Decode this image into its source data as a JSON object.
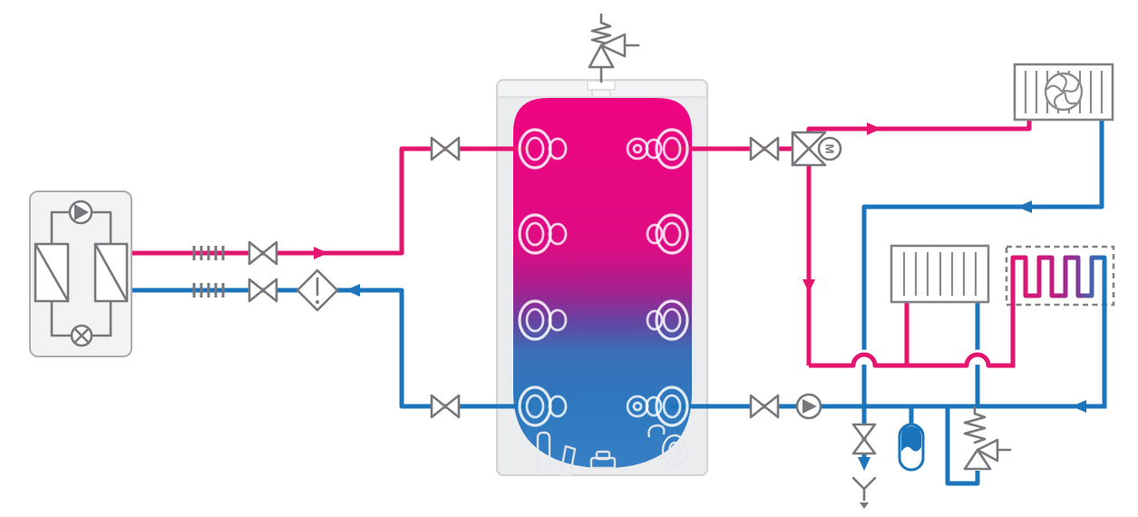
{
  "diagram": {
    "kind": "heating-system-hydraulic-schematic",
    "motor_label": "M",
    "colors": {
      "hot": "#E4156F",
      "cold": "#1C75BB",
      "symbol": "#77787B",
      "component_border": "#808285",
      "casing_fill": "#EBECED",
      "casing_border": "#C9CACC",
      "tank_gradient_top": "#EF0480",
      "tank_gradient_mid": "#93278F",
      "tank_gradient_bottom": "#3079BF"
    },
    "components": [
      "heat-pump-unit",
      "compressor-pump",
      "heat-exchangers",
      "expansion-valve",
      "flexible-connectors",
      "shut-off-valves",
      "dirt-filter",
      "buffer-cylinder-stratified",
      "safety-valve-tank-top",
      "three-way-mixing-valve-with-motor",
      "fan-coil-unit",
      "radiator",
      "underfloor-heating-circuit",
      "circulation-pump",
      "drain-valve-with-funnel",
      "expansion-vessel",
      "safety-valve-return-line"
    ]
  }
}
